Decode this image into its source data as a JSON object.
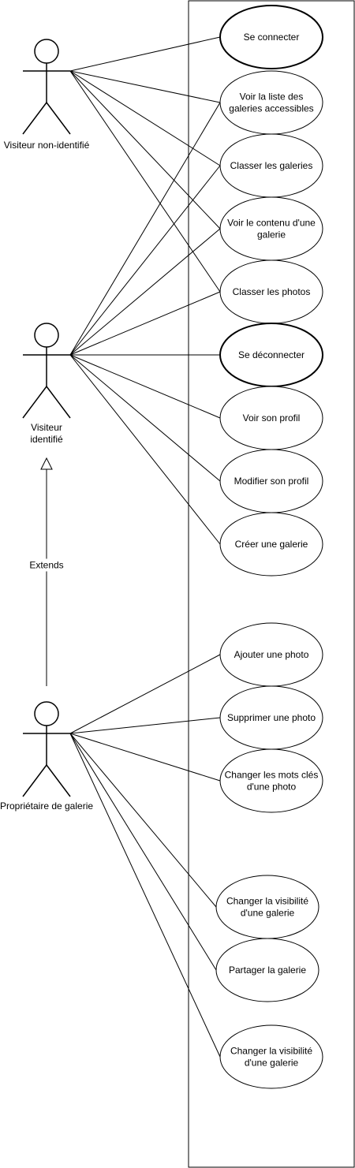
{
  "diagram": {
    "type": "use-case",
    "colors": {
      "stroke": "#000000",
      "background": "#ffffff"
    },
    "actors": [
      {
        "id": "anon",
        "label": [
          "Visiteur non-identifié"
        ]
      },
      {
        "id": "ident",
        "label": [
          "Visiteur",
          "identifié"
        ]
      },
      {
        "id": "owner",
        "label": [
          "Propriétaire de galerie"
        ]
      }
    ],
    "use_cases": [
      {
        "id": "uc1",
        "label": [
          "Se connecter"
        ],
        "bold": true
      },
      {
        "id": "uc2",
        "label": [
          "Voir la liste des",
          "galeries accessibles"
        ]
      },
      {
        "id": "uc3",
        "label": [
          "Classer les galeries"
        ]
      },
      {
        "id": "uc4",
        "label": [
          "Voir le contenu d'une",
          "galerie"
        ]
      },
      {
        "id": "uc5",
        "label": [
          "Classer les photos"
        ]
      },
      {
        "id": "uc6",
        "label": [
          "Se déconnecter"
        ],
        "bold": true
      },
      {
        "id": "uc7",
        "label": [
          "Voir son profil"
        ]
      },
      {
        "id": "uc8",
        "label": [
          "Modifier son profil"
        ]
      },
      {
        "id": "uc9",
        "label": [
          "Créer une galerie"
        ]
      },
      {
        "id": "uc10",
        "label": [
          "Ajouter une photo"
        ]
      },
      {
        "id": "uc11",
        "label": [
          "Supprimer une photo"
        ]
      },
      {
        "id": "uc12",
        "label": [
          "Changer les mots clés",
          "d'une photo"
        ]
      },
      {
        "id": "uc13",
        "label": [
          "Changer la visibilité",
          "d'une galerie"
        ]
      },
      {
        "id": "uc14",
        "label": [
          "Partager la galerie"
        ]
      },
      {
        "id": "uc15",
        "label": [
          "Changer la visibilité",
          "d'une galerie"
        ]
      }
    ],
    "associations": [
      [
        "anon",
        "uc1"
      ],
      [
        "anon",
        "uc2"
      ],
      [
        "anon",
        "uc3"
      ],
      [
        "anon",
        "uc4"
      ],
      [
        "anon",
        "uc5"
      ],
      [
        "ident",
        "uc2"
      ],
      [
        "ident",
        "uc3"
      ],
      [
        "ident",
        "uc4"
      ],
      [
        "ident",
        "uc5"
      ],
      [
        "ident",
        "uc6"
      ],
      [
        "ident",
        "uc7"
      ],
      [
        "ident",
        "uc8"
      ],
      [
        "ident",
        "uc9"
      ],
      [
        "owner",
        "uc10"
      ],
      [
        "owner",
        "uc11"
      ],
      [
        "owner",
        "uc12"
      ],
      [
        "owner",
        "uc13"
      ],
      [
        "owner",
        "uc14"
      ],
      [
        "owner",
        "uc15"
      ]
    ],
    "generalization": {
      "from": "owner",
      "to": "ident",
      "label": "Extends"
    }
  }
}
